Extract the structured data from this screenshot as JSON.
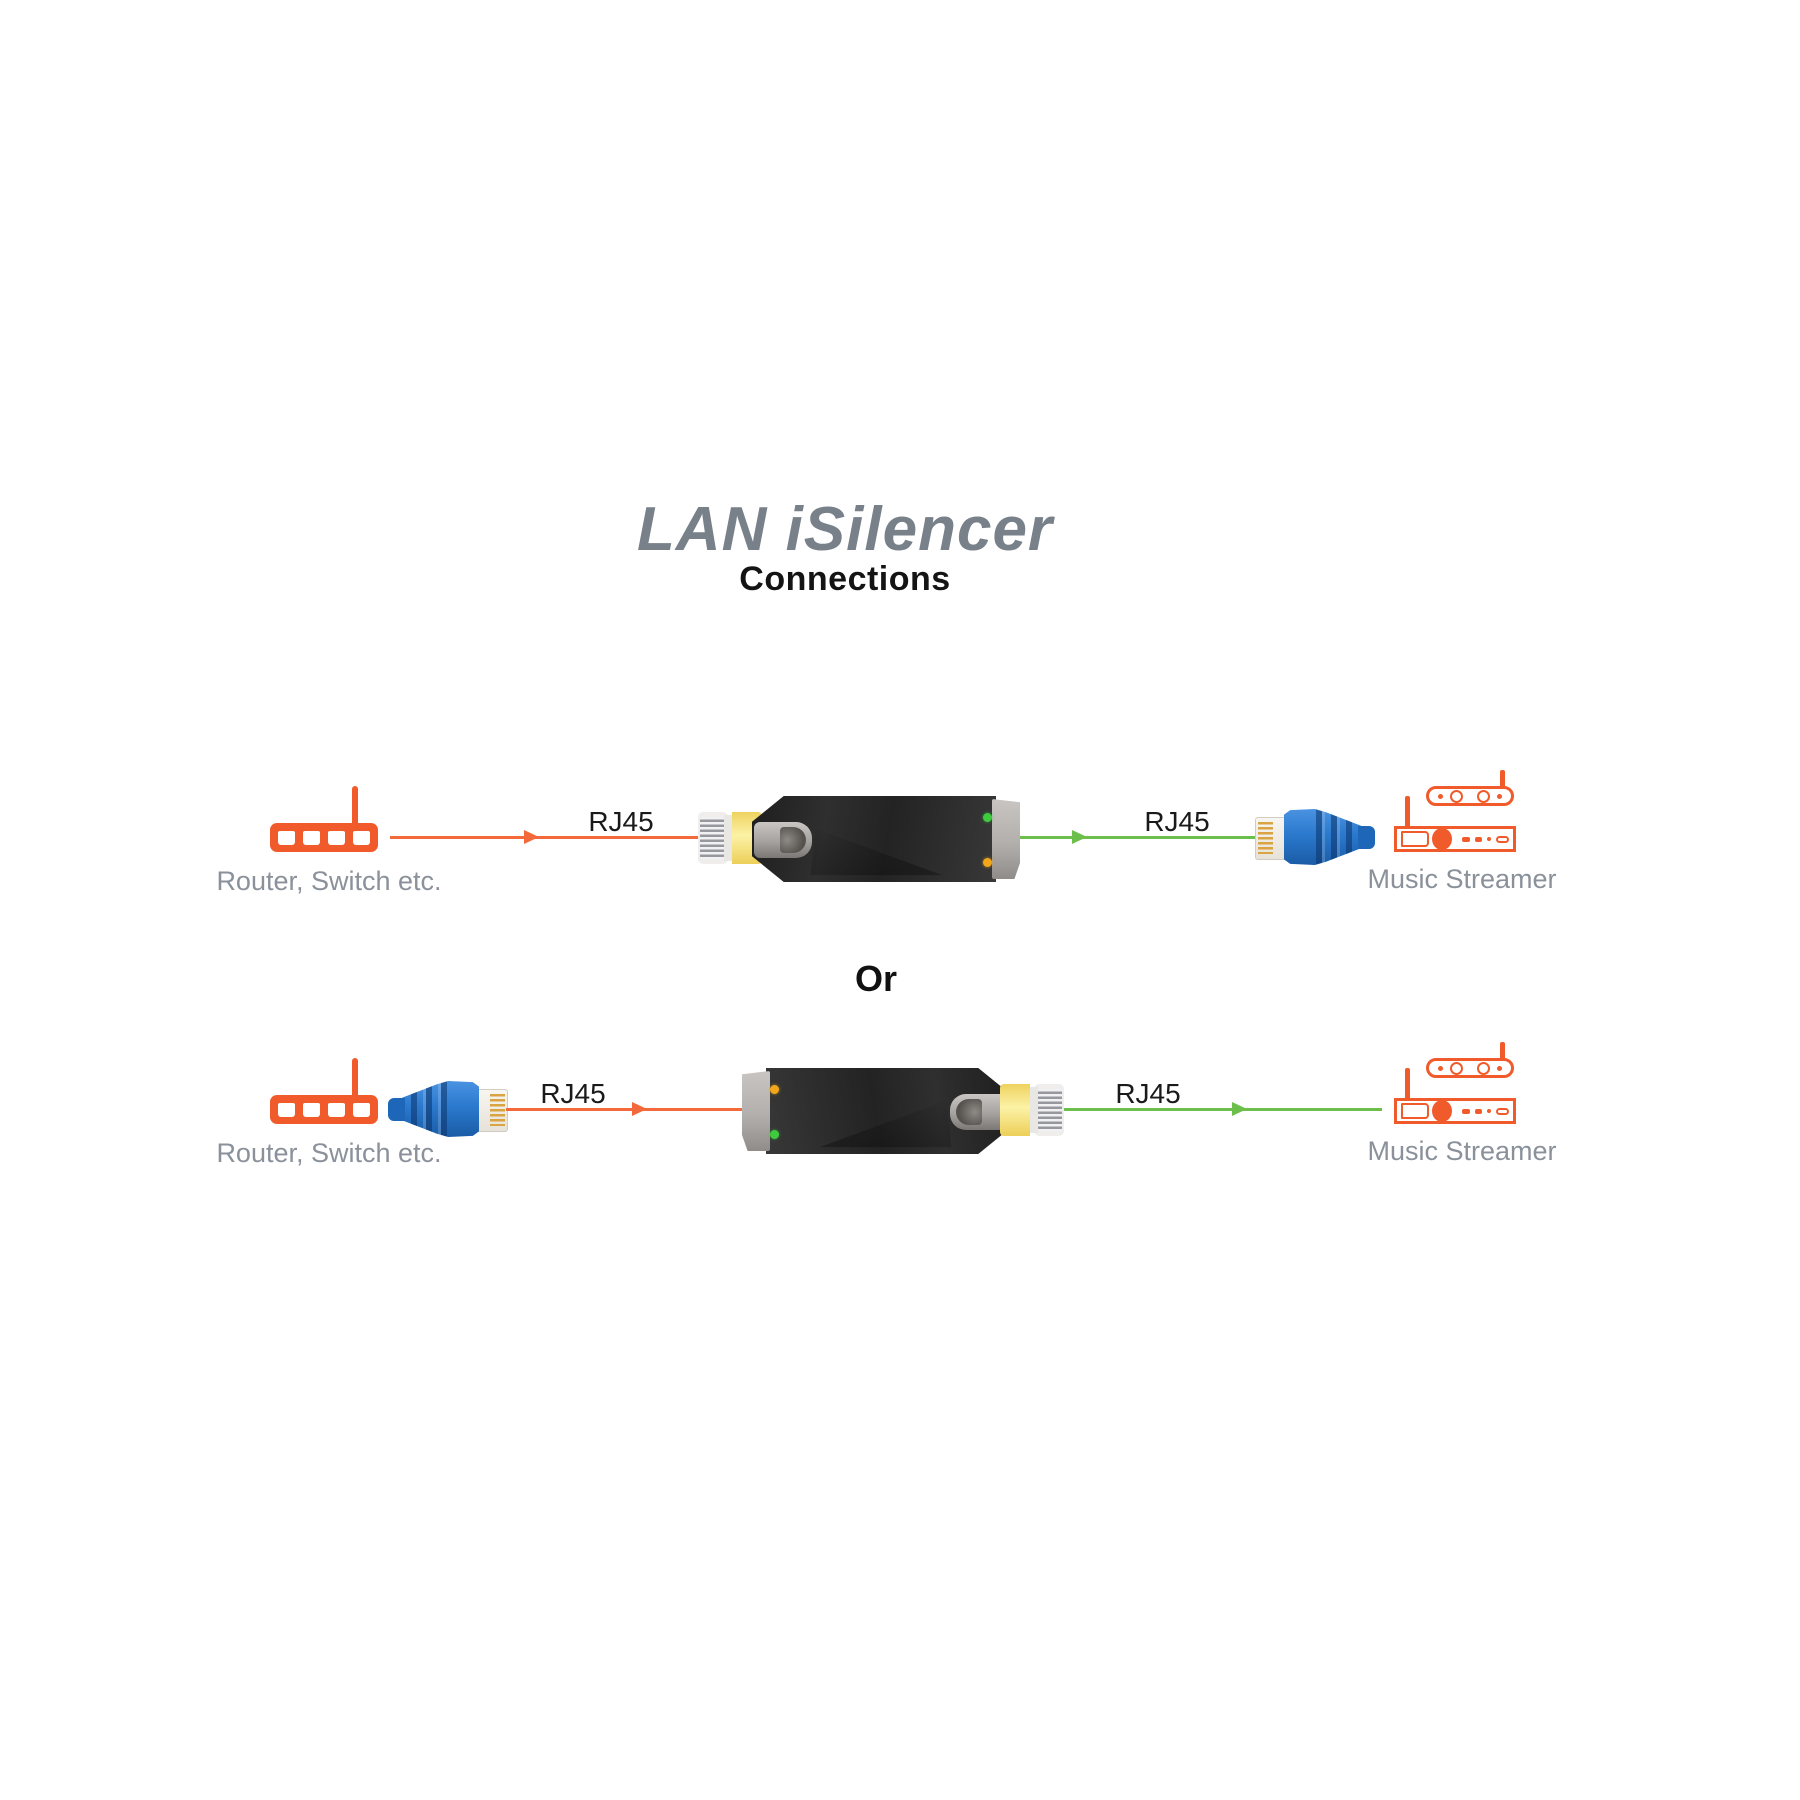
{
  "title": "LAN iSilencer",
  "subtitle": "Connections",
  "separator_label": "Or",
  "rows": [
    {
      "source_label": "Router, Switch etc.",
      "input_link_label": "RJ45",
      "output_link_label": "RJ45",
      "destination_label": "Music Streamer"
    },
    {
      "source_label": "Router, Switch etc.",
      "input_link_label": "RJ45",
      "output_link_label": "RJ45",
      "destination_label": "Music Streamer"
    }
  ],
  "colors": {
    "accent_orange": "#f15b2b",
    "line_orange": "#f4693b",
    "line_green": "#6cbf4b",
    "led_green": "#3ecb3e",
    "led_amber": "#f2a71b",
    "device_black": "#282828",
    "end_cap_gray": "#b3afac",
    "connector_yellow": "#f5dc74",
    "cable_blue": "#2b79ce",
    "pin_gold": "#d9a441",
    "label_gray": "#8a919b",
    "title_gray": "#788089",
    "text_black": "#141414"
  }
}
